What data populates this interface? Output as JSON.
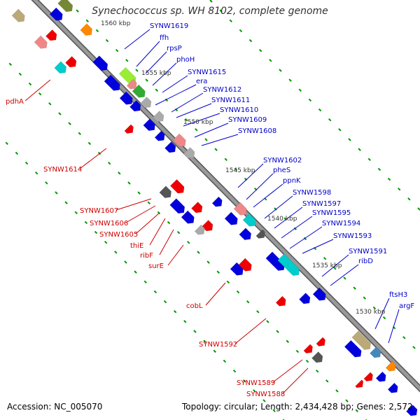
{
  "title": "Synechococcus sp. WH 8102, complete genome",
  "accession_text": "Accession: NC_005070",
  "topology_text": "Topology: circular; Length: 2,434,428 bp; Genes: 2,572",
  "colors": {
    "backbone": "#999999",
    "backbone_edge": "#555555",
    "blue": "#0000dd",
    "red": "#ee0000",
    "label_blue": "#0000cc",
    "label_red": "#cc0000",
    "tick_green": "#009900",
    "gray": "#aaaaaa",
    "darkgray": "#555555",
    "pink": "#ee8888",
    "cyan": "#00cccc",
    "lime": "#99ee33",
    "green": "#33aa33",
    "orange": "#ff8800",
    "tan": "#bbaa77",
    "olive": "#778833",
    "steel": "#4488bb"
  },
  "scale_labels": [
    "1560 kbp",
    "1555 kbp",
    "1550 kbp",
    "1545 kbp",
    "1540 kbp",
    "1535 kbp",
    "1530 kbp"
  ],
  "labels_right": [
    "SYNW1619",
    "ffh",
    "rpsP",
    "phoH",
    "SYNW1615",
    "era",
    "SYNW1612",
    "SYNW1611",
    "SYNW1610",
    "SYNW1609",
    "SYNW1608",
    "SYNW1602",
    "pheS",
    "ppnK",
    "SYNW1598",
    "SYNW1597",
    "SYNW1595",
    "SYNW1594",
    "SYNW1593",
    "SYNW1591",
    "ribD",
    "ftsH3",
    "argF"
  ],
  "labels_left": [
    "pdhA",
    "SYNW1614",
    "SYNW1607",
    "SYNW1606",
    "SYNW1605",
    "thiE",
    "ribF",
    "surE",
    "cobL",
    "SYNW1592",
    "SYNW1589",
    "SYNW1588"
  ]
}
